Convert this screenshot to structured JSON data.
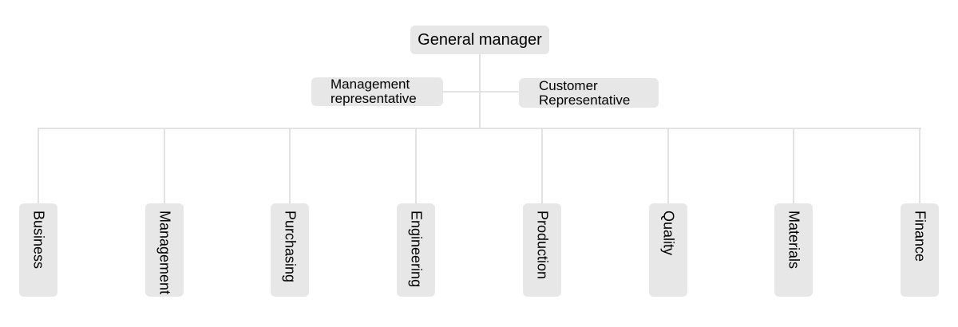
{
  "org_chart": {
    "root": {
      "label": "General manager"
    },
    "representatives": [
      {
        "id": "management-representative",
        "lines": [
          "Management",
          "representative"
        ]
      },
      {
        "id": "customer-representative",
        "lines": [
          "Customer",
          "Representative"
        ]
      }
    ],
    "departments": [
      "Business",
      "Management",
      "Purchasing",
      "Engineering",
      "Production",
      "Quality",
      "Materials",
      "Finance"
    ],
    "colors": {
      "node_fill": "#e7e7e7",
      "connector": "#e2e2e2",
      "text": "#000000",
      "background": "#ffffff"
    }
  }
}
